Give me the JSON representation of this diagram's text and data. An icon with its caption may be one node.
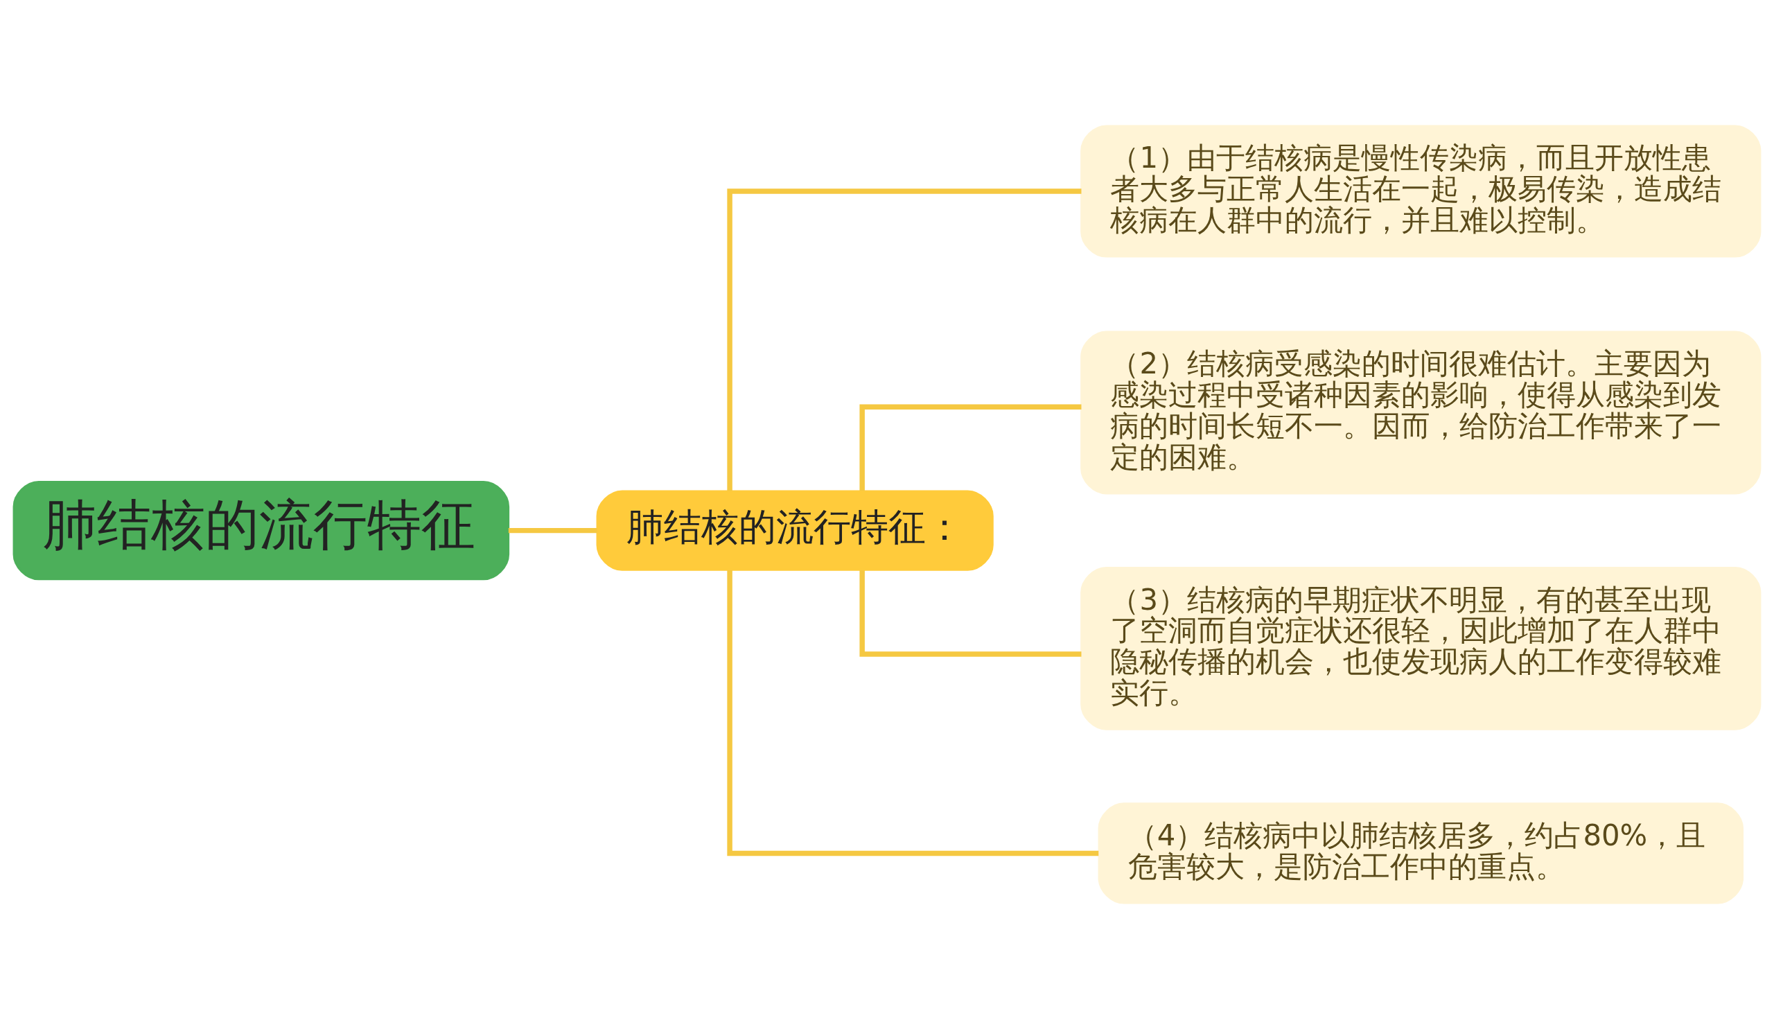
{
  "diagram": {
    "nodes": [
      {
        "text": [
          "肺结核的流行特征"
        ]
      },
      {
        "text": [
          "肺结核的流行特征："
        ]
      },
      {
        "text": [
          "（1）由于结核病是慢性传染病，而且开放性患者大多与正常人生活在一起，极易传染，造成结核病在人群中的流行，并且难以控制。"
        ]
      },
      {
        "text": [
          "（2）结核病受感染的时间很难估计。主要因为感染过程中受诸种因素的影响，使得从感染到发病的时间长短不一。因而，给防治工作带来了一定的困难。"
        ]
      },
      {
        "text": [
          "（3）结核病的早期症状不明显，有的甚至出现了空洞而自觉症状还很轻，因此增加了在人群中隐秘传播的机会，也使发现病人的工作变得较难实行。"
        ]
      },
      {
        "text": [
          "（4）结核病中以肺结核居多，约占80%，且危害较大，是防治工作中的重点。"
        ]
      }
    ],
    "edges": [
      {
        "from": 0,
        "to": 1,
        "arrow": "none"
      },
      {
        "from": 1,
        "to": 2,
        "arrow": "none"
      },
      {
        "from": 1,
        "to": 3,
        "arrow": "none"
      },
      {
        "from": 1,
        "to": 4,
        "arrow": "none"
      },
      {
        "from": 1,
        "to": 5,
        "arrow": "none"
      }
    ]
  }
}
